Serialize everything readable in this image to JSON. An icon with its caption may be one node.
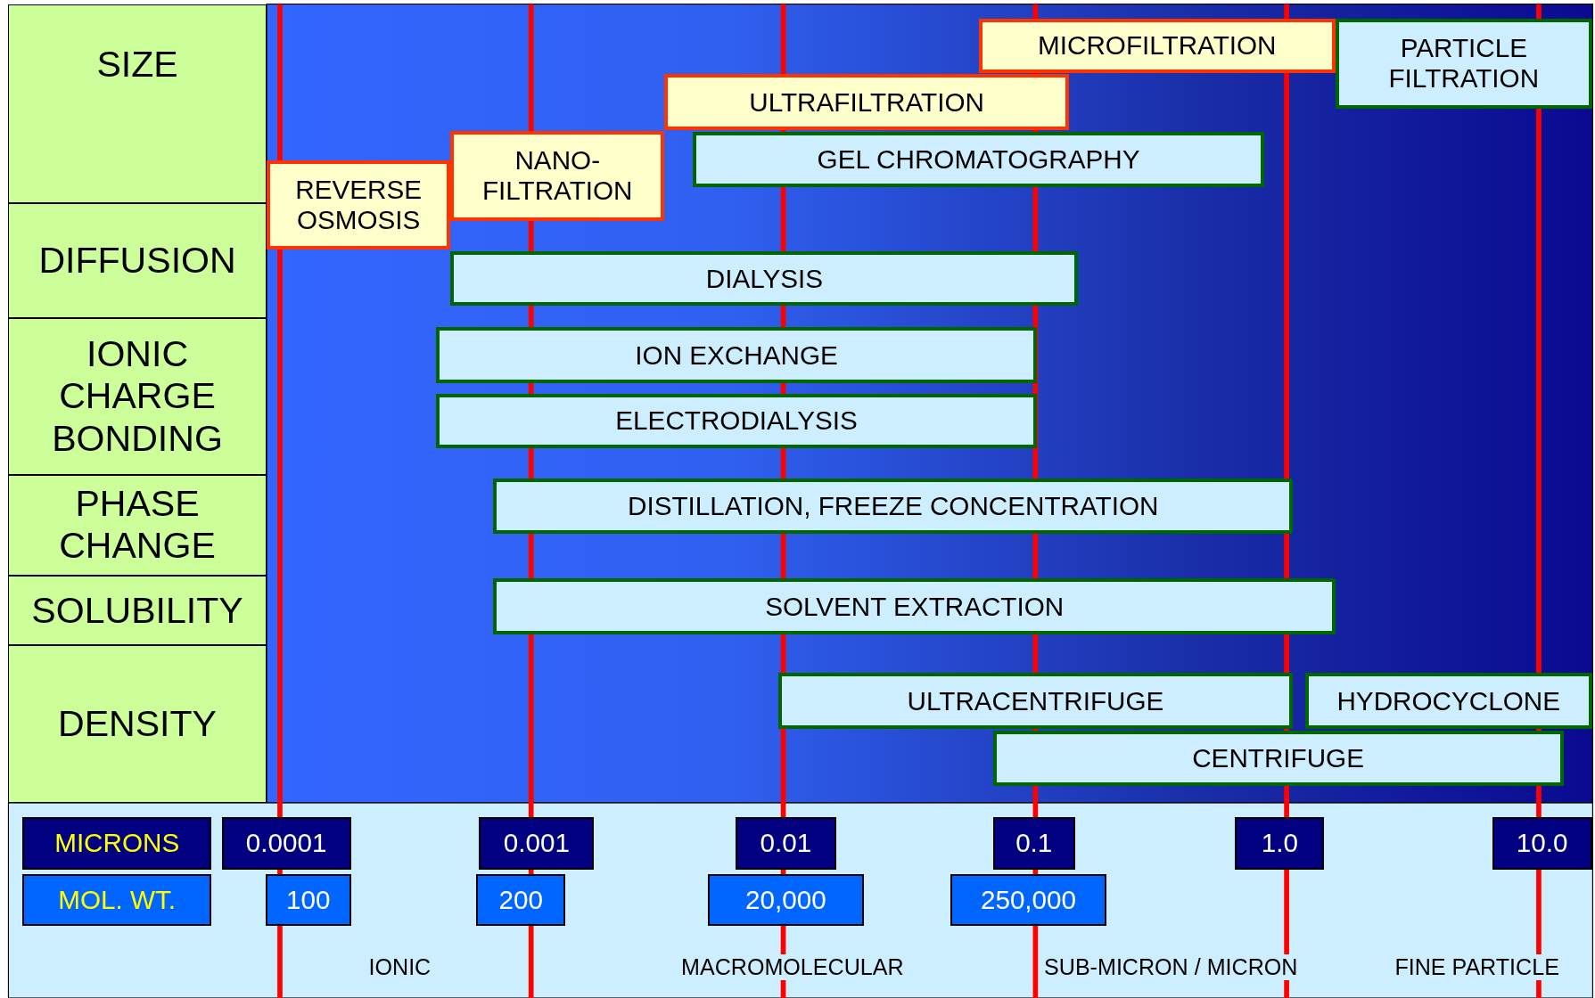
{
  "diagram": {
    "nodes": [
      {
        "text": [
          "SIZE"
        ]
      },
      {
        "text": [
          "MICROFILTRATION"
        ]
      },
      {
        "text": [
          "PARTICLE FILTRATION"
        ]
      },
      {
        "text": [
          "ULTRAFILTRATION"
        ]
      },
      {
        "text": [
          "GEL CHROMATOGRAPHY"
        ]
      },
      {
        "text": [
          "NANO- FILTRATION"
        ]
      },
      {
        "text": [
          "REVERSE OSMOSIS"
        ]
      },
      {
        "text": [
          "DIFFUSION"
        ]
      },
      {
        "text": [
          "DIALYSIS"
        ]
      },
      {
        "text": [
          "IONIC CHARGE BONDING"
        ]
      },
      {
        "text": [
          "ION EXCHANGE"
        ]
      },
      {
        "text": [
          "ELECTRODIALYSIS"
        ]
      },
      {
        "text": [
          "PHASE CHANGE"
        ]
      },
      {
        "text": [
          "DISTILLATION, FREEZE CONCENTRATION"
        ]
      },
      {
        "text": [
          "SOLUBILITY"
        ]
      },
      {
        "text": [
          "SOLVENT EXTRACTION"
        ]
      },
      {
        "text": [
          "DENSITY"
        ]
      },
      {
        "text": [
          "ULTRACENTRIFUGE"
        ]
      },
      {
        "text": [
          "HYDROCYCLONE"
        ]
      },
      {
        "text": [
          "CENTRIFUGE"
        ]
      },
      {
        "text": [
          "MICRONS"
        ]
      },
      {
        "text": [
          "0.0001"
        ]
      },
      {
        "text": [
          "0.001"
        ]
      },
      {
        "text": [
          "0.01"
        ]
      },
      {
        "text": [
          "0.1"
        ]
      },
      {
        "text": [
          "1.0"
        ]
      },
      {
        "text": [
          "10.0"
        ]
      },
      {
        "text": [
          "MOL. WT."
        ]
      },
      {
        "text": [
          "100"
        ]
      },
      {
        "text": [
          "200"
        ]
      },
      {
        "text": [
          "20,000"
        ]
      },
      {
        "text": [
          "250,000"
        ]
      }
    ],
    "edges": [],
    "labels": [
      "IONIC",
      "MACROMOLECULAR",
      "SUB-MICRON / MICRON",
      "FINE PARTICLE"
    ]
  }
}
